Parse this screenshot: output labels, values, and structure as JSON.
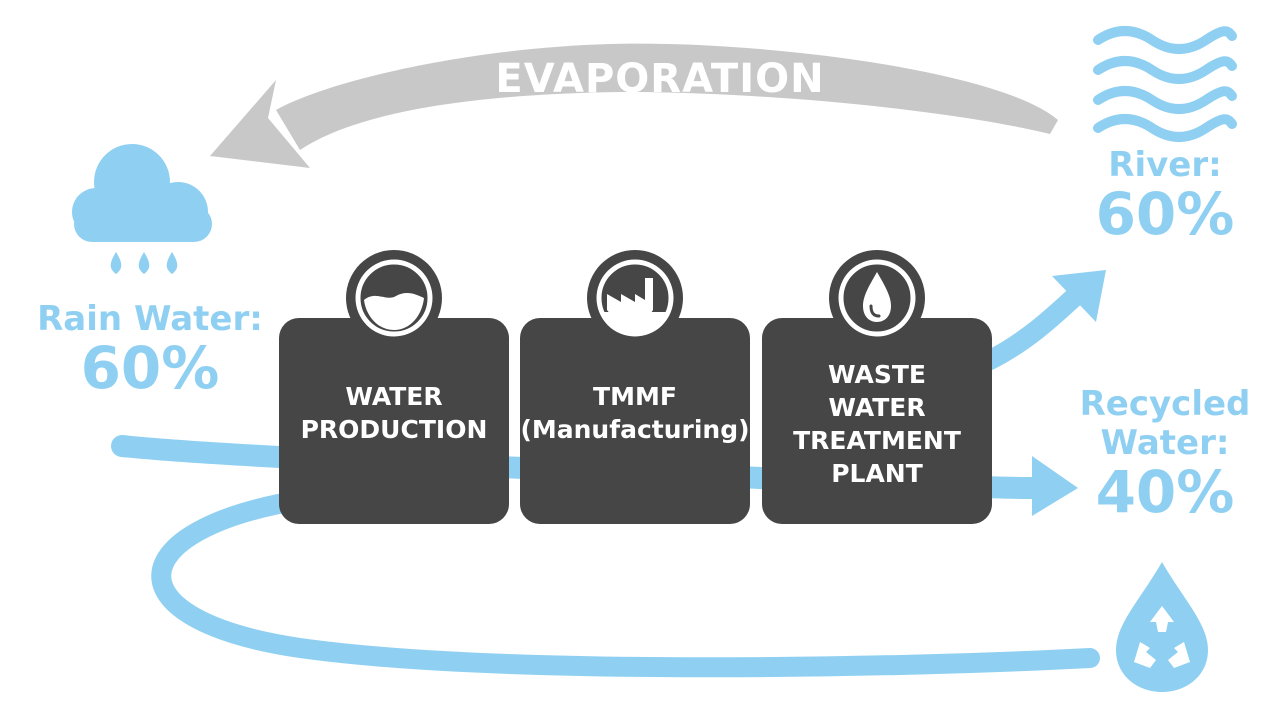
{
  "colors": {
    "water_blue": "#8fd0f2",
    "evaporation_gray": "#c8c8c8",
    "box_dark": "#464646"
  },
  "evaporation": {
    "label": "EVAPORATION"
  },
  "rain": {
    "name": "Rain Water:",
    "percent": "60%",
    "icon": "rain-cloud-icon"
  },
  "river": {
    "name": "River:",
    "percent": "60%",
    "icon": "waves-icon"
  },
  "recycled": {
    "name_line1": "Recycled",
    "name_line2": "Water:",
    "percent": "40%",
    "icon": "recycle-drop-icon"
  },
  "stages": {
    "water_production": {
      "line1": "WATER",
      "line2": "PRODUCTION",
      "icon": "water-bowl-icon"
    },
    "tmmf": {
      "line1": "TMMF",
      "line2": "(Manufacturing)",
      "icon": "factory-icon"
    },
    "waste_water": {
      "line1": "WASTE",
      "line2": "WATER",
      "line3": "TREATMENT",
      "line4": "PLANT",
      "icon": "water-drop-icon"
    }
  }
}
